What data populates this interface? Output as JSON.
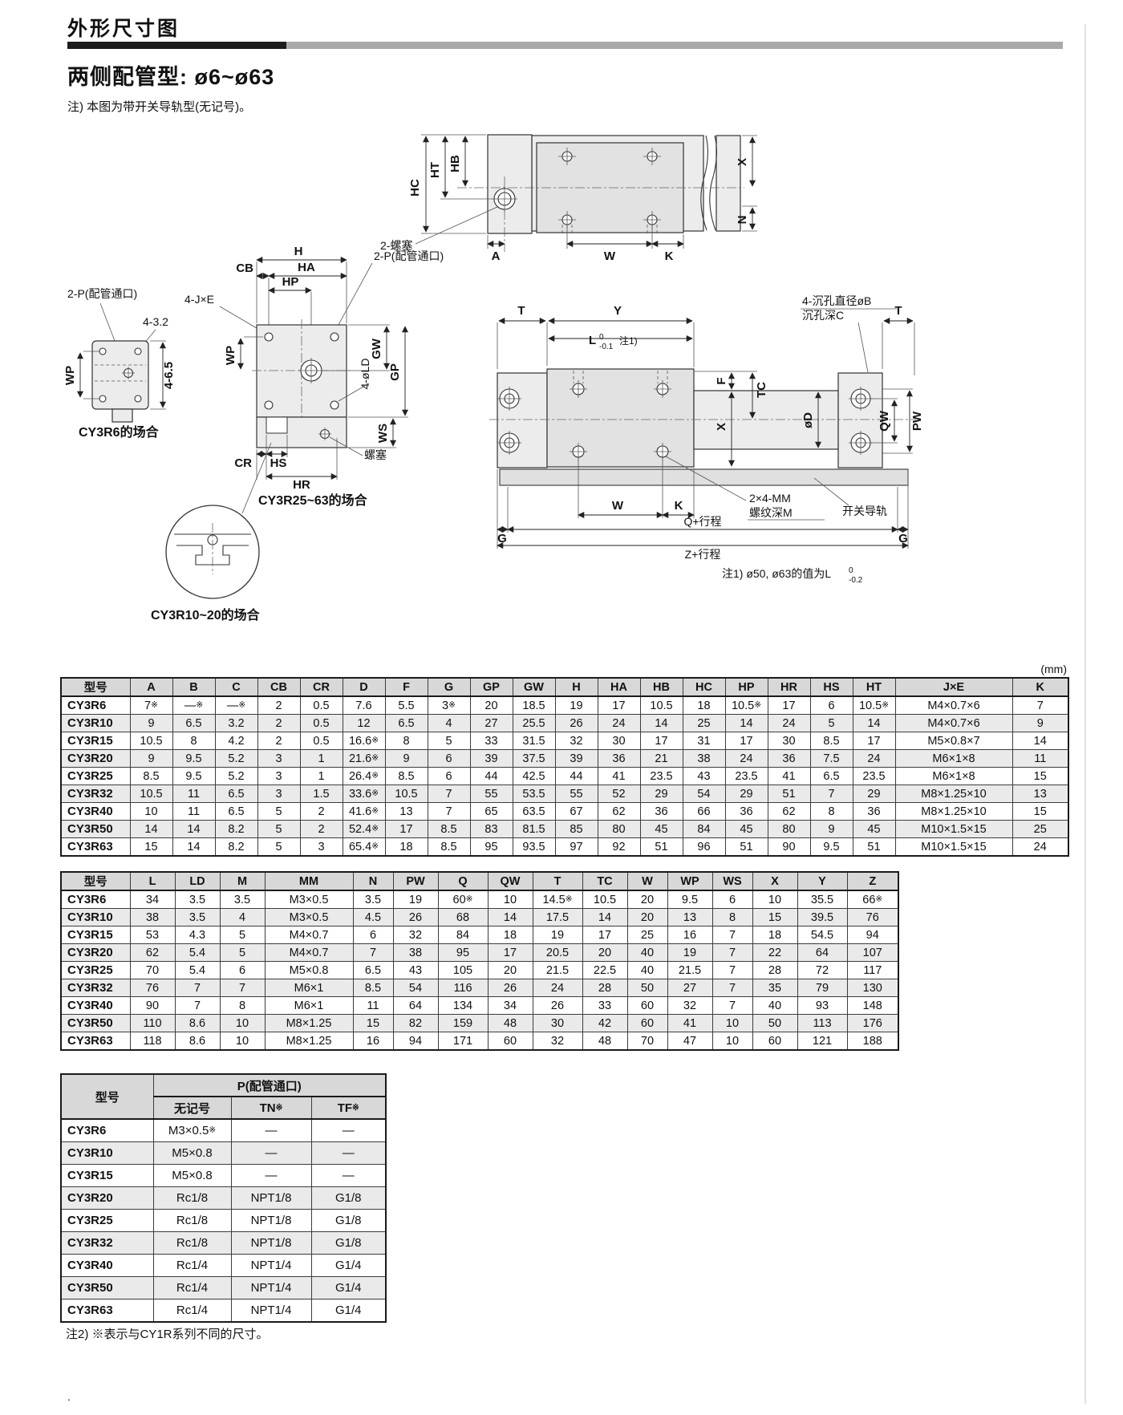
{
  "page": {
    "section_title": "外形尺寸图",
    "title": "两侧配管型: ø6~ø63",
    "note": "注) 本图为带开关导轨型(无记号)。",
    "unit_note": "(mm)",
    "footnote": "注2) ※表示与CY1R系列不同的尺寸。",
    "stray_mark": "."
  },
  "drawing": {
    "top": {
      "hc": "HC",
      "ht": "HT",
      "hb": "HB",
      "x": "X",
      "n": "N",
      "a": "A",
      "w": "W",
      "k": "K",
      "plug": "2-螺塞"
    },
    "r6": {
      "p": "2-P(配管通口)",
      "d1": "4-3.2",
      "wp": "WP",
      "d2": "4-6.5",
      "caption": "CY3R6的场合"
    },
    "center": {
      "cb": "CB",
      "h": "H",
      "ha": "HA",
      "hp": "HP",
      "p": "2-P(配管通口)",
      "jxe": "4-J×E",
      "wp": "WP",
      "gw": "GW",
      "gp": "GP",
      "ld": "4-øLD",
      "ws": "WS",
      "hs": "HS",
      "hr": "HR",
      "cr": "CR",
      "plug": "螺塞",
      "caption": "CY3R25~63的场合"
    },
    "detail": {
      "caption": "CY3R10~20的场合"
    },
    "side": {
      "t1": "T",
      "y": "Y",
      "l": "L",
      "lsup": "0",
      "lsub": "-0.1",
      "lnote": "注1)",
      "cb1": "4-沉孔直径øB",
      "cb2": "沉孔深C",
      "t2": "T",
      "tc": "TC",
      "f": "F",
      "x": "X",
      "od": "øD",
      "qw": "QW",
      "pw": "PW",
      "w": "W",
      "k": "K",
      "mm1": "2×4-MM",
      "mm2": "螺纹深M",
      "rail": "开关导轨",
      "g1": "G",
      "g2": "G",
      "q": "Q+行程",
      "z": "Z+行程",
      "note1": "注1) ø50, ø63的值为L",
      "note1_sup": "0",
      "note1_sub": "-0.2"
    }
  },
  "tables": {
    "t1": {
      "headers": [
        "型号",
        "A",
        "B",
        "C",
        "CB",
        "CR",
        "D",
        "F",
        "G",
        "GP",
        "GW",
        "H",
        "HA",
        "HB",
        "HC",
        "HP",
        "HR",
        "HS",
        "HT",
        "J×E",
        "K"
      ],
      "rows": [
        [
          "CY3R6",
          "7※",
          "—※",
          "—※",
          "2",
          "0.5",
          "7.6",
          "5.5",
          "3※",
          "20",
          "18.5",
          "19",
          "17",
          "10.5",
          "18",
          "10.5※",
          "17",
          "6",
          "10.5※",
          "M4×0.7×6",
          "7"
        ],
        [
          "CY3R10",
          "9",
          "6.5",
          "3.2",
          "2",
          "0.5",
          "12",
          "6.5",
          "4",
          "27",
          "25.5",
          "26",
          "24",
          "14",
          "25",
          "14",
          "24",
          "5",
          "14",
          "M4×0.7×6",
          "9"
        ],
        [
          "CY3R15",
          "10.5",
          "8",
          "4.2",
          "2",
          "0.5",
          "16.6※",
          "8",
          "5",
          "33",
          "31.5",
          "32",
          "30",
          "17",
          "31",
          "17",
          "30",
          "8.5",
          "17",
          "M5×0.8×7",
          "14"
        ],
        [
          "CY3R20",
          "9",
          "9.5",
          "5.2",
          "3",
          "1",
          "21.6※",
          "9",
          "6",
          "39",
          "37.5",
          "39",
          "36",
          "21",
          "38",
          "24",
          "36",
          "7.5",
          "24",
          "M6×1×8",
          "11"
        ],
        [
          "CY3R25",
          "8.5",
          "9.5",
          "5.2",
          "3",
          "1",
          "26.4※",
          "8.5",
          "6",
          "44",
          "42.5",
          "44",
          "41",
          "23.5",
          "43",
          "23.5",
          "41",
          "6.5",
          "23.5",
          "M6×1×8",
          "15"
        ],
        [
          "CY3R32",
          "10.5",
          "11",
          "6.5",
          "3",
          "1.5",
          "33.6※",
          "10.5",
          "7",
          "55",
          "53.5",
          "55",
          "52",
          "29",
          "54",
          "29",
          "51",
          "7",
          "29",
          "M8×1.25×10",
          "13"
        ],
        [
          "CY3R40",
          "10",
          "11",
          "6.5",
          "5",
          "2",
          "41.6※",
          "13",
          "7",
          "65",
          "63.5",
          "67",
          "62",
          "36",
          "66",
          "36",
          "62",
          "8",
          "36",
          "M8×1.25×10",
          "15"
        ],
        [
          "CY3R50",
          "14",
          "14",
          "8.2",
          "5",
          "2",
          "52.4※",
          "17",
          "8.5",
          "83",
          "81.5",
          "85",
          "80",
          "45",
          "84",
          "45",
          "80",
          "9",
          "45",
          "M10×1.5×15",
          "25"
        ],
        [
          "CY3R63",
          "15",
          "14",
          "8.2",
          "5",
          "3",
          "65.4※",
          "18",
          "8.5",
          "95",
          "93.5",
          "97",
          "92",
          "51",
          "96",
          "51",
          "90",
          "9.5",
          "51",
          "M10×1.5×15",
          "24"
        ]
      ]
    },
    "t2": {
      "headers": [
        "型号",
        "L",
        "LD",
        "M",
        "MM",
        "N",
        "PW",
        "Q",
        "QW",
        "T",
        "TC",
        "W",
        "WP",
        "WS",
        "X",
        "Y",
        "Z"
      ],
      "rows": [
        [
          "CY3R6",
          "34",
          "3.5",
          "3.5",
          "M3×0.5",
          "3.5",
          "19",
          "60※",
          "10",
          "14.5※",
          "10.5",
          "20",
          "9.5",
          "6",
          "10",
          "35.5",
          "66※"
        ],
        [
          "CY3R10",
          "38",
          "3.5",
          "4",
          "M3×0.5",
          "4.5",
          "26",
          "68",
          "14",
          "17.5",
          "14",
          "20",
          "13",
          "8",
          "15",
          "39.5",
          "76"
        ],
        [
          "CY3R15",
          "53",
          "4.3",
          "5",
          "M4×0.7",
          "6",
          "32",
          "84",
          "18",
          "19",
          "17",
          "25",
          "16",
          "7",
          "18",
          "54.5",
          "94"
        ],
        [
          "CY3R20",
          "62",
          "5.4",
          "5",
          "M4×0.7",
          "7",
          "38",
          "95",
          "17",
          "20.5",
          "20",
          "40",
          "19",
          "7",
          "22",
          "64",
          "107"
        ],
        [
          "CY3R25",
          "70",
          "5.4",
          "6",
          "M5×0.8",
          "6.5",
          "43",
          "105",
          "20",
          "21.5",
          "22.5",
          "40",
          "21.5",
          "7",
          "28",
          "72",
          "117"
        ],
        [
          "CY3R32",
          "76",
          "7",
          "7",
          "M6×1",
          "8.5",
          "54",
          "116",
          "26",
          "24",
          "28",
          "50",
          "27",
          "7",
          "35",
          "79",
          "130"
        ],
        [
          "CY3R40",
          "90",
          "7",
          "8",
          "M6×1",
          "11",
          "64",
          "134",
          "34",
          "26",
          "33",
          "60",
          "32",
          "7",
          "40",
          "93",
          "148"
        ],
        [
          "CY3R50",
          "110",
          "8.6",
          "10",
          "M8×1.25",
          "15",
          "82",
          "159",
          "48",
          "30",
          "42",
          "60",
          "41",
          "10",
          "50",
          "113",
          "176"
        ],
        [
          "CY3R63",
          "118",
          "8.6",
          "10",
          "M8×1.25",
          "16",
          "94",
          "171",
          "60",
          "32",
          "48",
          "70",
          "47",
          "10",
          "60",
          "121",
          "188"
        ]
      ]
    },
    "t3": {
      "header_model": "型号",
      "header_group": "P(配管通口)",
      "sub_headers": [
        "无记号",
        "TN※",
        "TF※"
      ],
      "rows": [
        [
          "CY3R6",
          "M3×0.5※",
          "—",
          "—"
        ],
        [
          "CY3R10",
          "M5×0.8",
          "—",
          "—"
        ],
        [
          "CY3R15",
          "M5×0.8",
          "—",
          "—"
        ],
        [
          "CY3R20",
          "Rc1/8",
          "NPT1/8",
          "G1/8"
        ],
        [
          "CY3R25",
          "Rc1/8",
          "NPT1/8",
          "G1/8"
        ],
        [
          "CY3R32",
          "Rc1/8",
          "NPT1/8",
          "G1/8"
        ],
        [
          "CY3R40",
          "Rc1/4",
          "NPT1/4",
          "G1/4"
        ],
        [
          "CY3R50",
          "Rc1/4",
          "NPT1/4",
          "G1/4"
        ],
        [
          "CY3R63",
          "Rc1/4",
          "NPT1/4",
          "G1/4"
        ]
      ]
    }
  }
}
